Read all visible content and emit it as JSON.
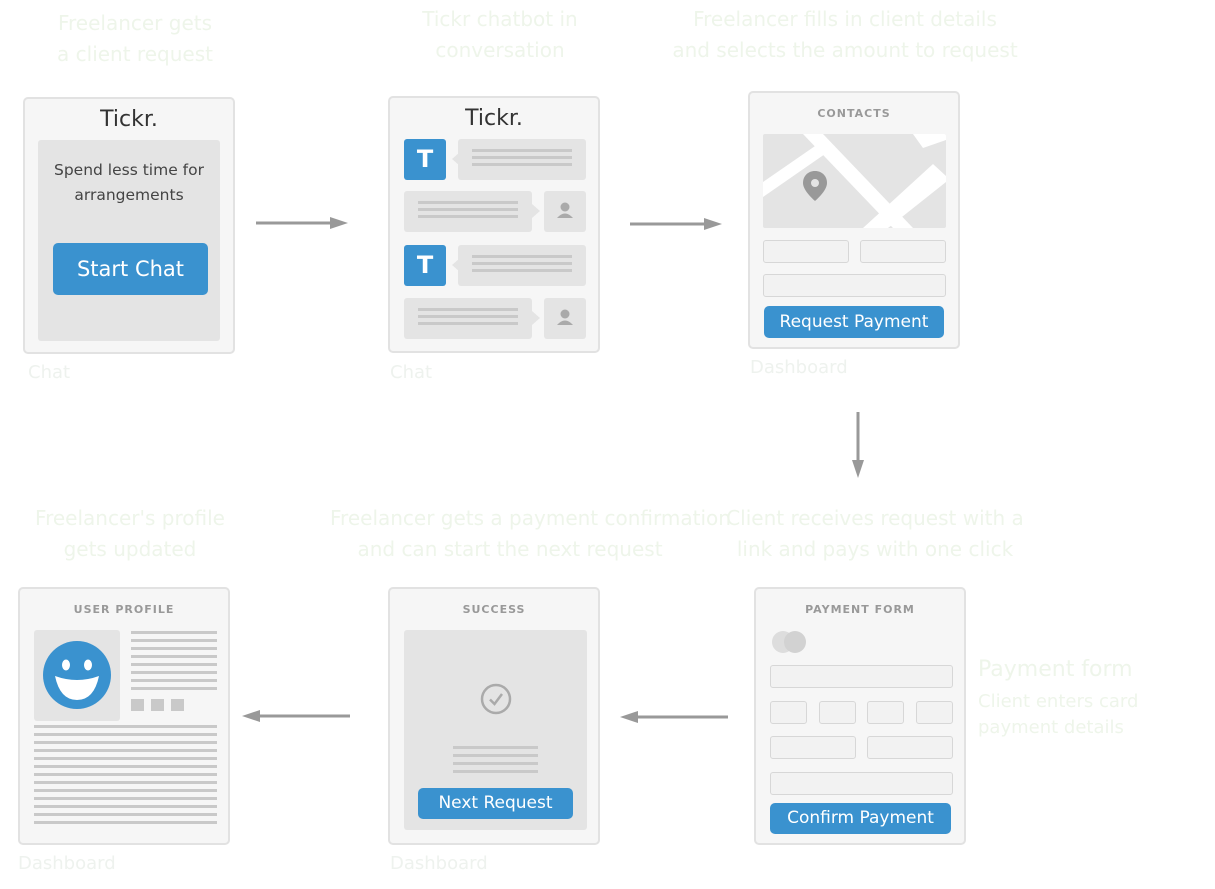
{
  "colors": {
    "accent": "#3a92cf",
    "panel": "#e4e4e4",
    "caption": "#eef5ea",
    "arrow": "#999999"
  },
  "steps": [
    {
      "caption": [
        "Freelancer gets",
        "a client request"
      ],
      "platform": "Chat"
    },
    {
      "caption": [
        "Tickr chatbot in",
        "conversation"
      ],
      "platform": "Chat"
    },
    {
      "caption": [
        "Freelancer fills in client details",
        "and selects the amount to request"
      ],
      "platform": "Dashboard"
    },
    {
      "caption": [
        "Client receives request with a",
        "link and pays with one click"
      ],
      "platform": ""
    },
    {
      "caption": [
        "Freelancer gets a payment confirmation",
        "and can start the next request"
      ],
      "platform": "Dashboard"
    },
    {
      "caption": [
        "Freelancer's profile",
        "gets updated"
      ],
      "platform": "Dashboard"
    }
  ],
  "side_note": [
    "Payment form",
    "Client enters card",
    "payment details"
  ],
  "screen1": {
    "logo": "Tickr.",
    "tagline_line1": "Spend less time for",
    "tagline_line2": "arrangements",
    "button": "Start Chat"
  },
  "screen2": {
    "logo": "Tickr.",
    "bot_avatar": "T",
    "user_icon": "user-icon"
  },
  "screen3": {
    "title": "CONTACTS",
    "button": "Request Payment",
    "map_icon": "map-pin-icon"
  },
  "screen4": {
    "title": "PAYMENT FORM",
    "button": "Confirm Payment",
    "card_icon": "card-brand-icon"
  },
  "screen5": {
    "title": "SUCCESS",
    "button": "Next Request",
    "icon": "check-circle-icon"
  },
  "screen6": {
    "title": "USER PROFILE",
    "avatar_icon": "smiley-avatar-icon"
  }
}
